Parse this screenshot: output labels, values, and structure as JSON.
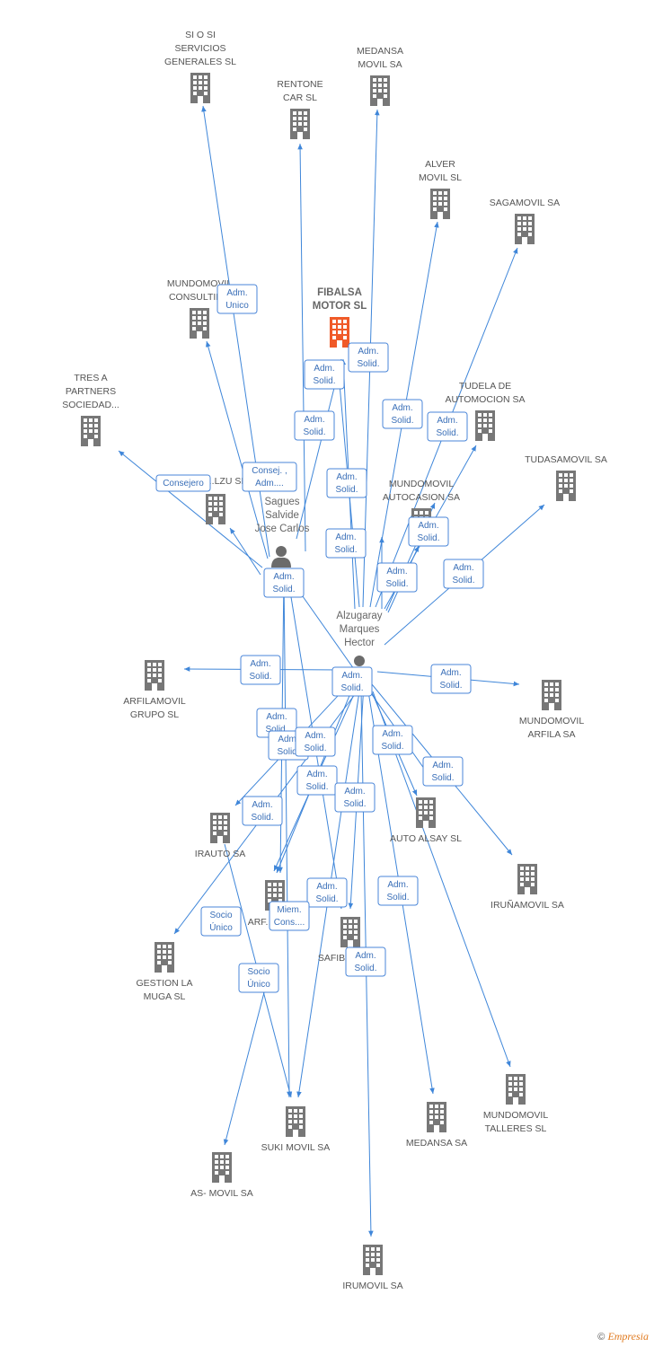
{
  "colors": {
    "edge": "#3f86d9",
    "company": "#777777",
    "focus": "#f05a28",
    "person": "#6b6b6b"
  },
  "companies": [
    {
      "id": "sioSi",
      "lines": [
        "SI O SI",
        "SERVICIOS",
        "GENERALES SL"
      ]
    },
    {
      "id": "medansaMovil",
      "lines": [
        "MEDANSA",
        "MOVIL SA"
      ]
    },
    {
      "id": "rentone",
      "lines": [
        "RENTONE",
        "CAR SL"
      ]
    },
    {
      "id": "alver",
      "lines": [
        "ALVER",
        "MOVIL  SL"
      ]
    },
    {
      "id": "sagamovil",
      "lines": [
        "SAGAMOVIL SA"
      ]
    },
    {
      "id": "mundomovilConsulting",
      "lines": [
        "MUNDOMOVIL",
        "CONSULTING"
      ]
    },
    {
      "id": "fibalsa",
      "lines": [
        "FIBALSA",
        "MOTOR SL"
      ],
      "focus": true
    },
    {
      "id": "tresA",
      "lines": [
        "TRES A",
        "PARTNERS",
        "SOCIEDAD..."
      ]
    },
    {
      "id": "tudelaAuto",
      "lines": [
        "TUDELA DE",
        "AUTOMOCION SA"
      ]
    },
    {
      "id": "tudasamovil",
      "lines": [
        "TUDASAMOVIL SA"
      ]
    },
    {
      "id": "alzuSl",
      "lines": [
        "...LZU SL"
      ]
    },
    {
      "id": "mundomovilAutocasion",
      "lines": [
        "MUNDOMOVIL",
        "AUTOCASION SA"
      ]
    },
    {
      "id": "arfilamovil",
      "lines": [
        "ARFILAMOVIL",
        "GRUPO SL"
      ]
    },
    {
      "id": "mundomovilArfila",
      "lines": [
        "MUNDOMOVIL",
        "ARFILA SA"
      ]
    },
    {
      "id": "irauto",
      "lines": [
        "IRAUTO SA"
      ]
    },
    {
      "id": "autoAlsay",
      "lines": [
        "AUTO ALSAY SL"
      ]
    },
    {
      "id": "arf",
      "lines": [
        "ARF..."
      ]
    },
    {
      "id": "iruñamovil",
      "lines": [
        "IRUÑAMOVIL SA"
      ]
    },
    {
      "id": "gestionLaMuga",
      "lines": [
        "GESTION LA",
        "MUGA  SL"
      ]
    },
    {
      "id": "safibho",
      "lines": [
        "SAFIBHO...     ...L"
      ]
    },
    {
      "id": "mundomovilTalleres",
      "lines": [
        "MUNDOMOVIL",
        "TALLERES  SL"
      ]
    },
    {
      "id": "sukiMovil",
      "lines": [
        "SUKI MOVIL SA"
      ]
    },
    {
      "id": "medansa",
      "lines": [
        "MEDANSA SA"
      ]
    },
    {
      "id": "asMovil",
      "lines": [
        "AS- MOVIL SA"
      ]
    },
    {
      "id": "irumovil",
      "lines": [
        "IRUMOVIL SA"
      ]
    }
  ],
  "persons": [
    {
      "id": "sagues",
      "lines": [
        "Sagues",
        "Salvide",
        "Jose Carlos"
      ]
    },
    {
      "id": "alzugaray",
      "lines": [
        "Alzugaray",
        "Marques",
        "Hector"
      ]
    }
  ],
  "relations": [
    {
      "id": "r1",
      "lines": [
        "Adm.",
        "Unico"
      ]
    },
    {
      "id": "r2",
      "lines": [
        "Adm.",
        "Solid."
      ]
    },
    {
      "id": "r3",
      "lines": [
        "Adm.",
        "Solid."
      ]
    },
    {
      "id": "r4",
      "lines": [
        "Adm.",
        "Solid."
      ]
    },
    {
      "id": "r5",
      "lines": [
        "Adm.",
        "Solid."
      ]
    },
    {
      "id": "r6",
      "lines": [
        "Adm.",
        "Solid."
      ]
    },
    {
      "id": "r7",
      "lines": [
        "Consejero"
      ]
    },
    {
      "id": "r8",
      "lines": [
        "Consej. ,",
        "Adm...."
      ]
    },
    {
      "id": "r9",
      "lines": [
        "Adm.",
        "Solid."
      ]
    },
    {
      "id": "r10",
      "lines": [
        "Adm.",
        "Solid."
      ]
    },
    {
      "id": "r11",
      "lines": [
        "Adm.",
        "Solid."
      ]
    },
    {
      "id": "r12",
      "lines": [
        "Adm.",
        "Solid."
      ]
    },
    {
      "id": "r13",
      "lines": [
        "Adm.",
        "Solid."
      ]
    },
    {
      "id": "r14",
      "lines": [
        "Adm.",
        "Solid."
      ]
    },
    {
      "id": "r15",
      "lines": [
        "Adm.",
        "Solid."
      ]
    },
    {
      "id": "r16",
      "lines": [
        "Adm.",
        "Solid."
      ]
    },
    {
      "id": "r17",
      "lines": [
        "Adm.",
        "Solid."
      ]
    },
    {
      "id": "r18",
      "lines": [
        "Adm.",
        "Solid."
      ]
    },
    {
      "id": "r19",
      "lines": [
        "Adm.",
        "Solid."
      ]
    },
    {
      "id": "r20",
      "lines": [
        "Adm.",
        "Solid."
      ]
    },
    {
      "id": "r21",
      "lines": [
        "Adm.",
        "Solid."
      ]
    },
    {
      "id": "r22",
      "lines": [
        "Adm.",
        "Solid."
      ]
    },
    {
      "id": "r23",
      "lines": [
        "Adm.",
        "Solid."
      ]
    },
    {
      "id": "r24",
      "lines": [
        "Adm.",
        "Solid."
      ]
    },
    {
      "id": "r25",
      "lines": [
        "Adm.",
        "Solid."
      ]
    },
    {
      "id": "r26",
      "lines": [
        "Adm.",
        "Solid."
      ]
    },
    {
      "id": "r27",
      "lines": [
        "Adm.",
        "Solid."
      ]
    },
    {
      "id": "r28",
      "lines": [
        "Socio",
        "Único"
      ]
    },
    {
      "id": "r29",
      "lines": [
        "Miem.",
        "Cons...."
      ]
    },
    {
      "id": "r30",
      "lines": [
        "Socio",
        "Único"
      ]
    },
    {
      "id": "r31",
      "lines": [
        "Adm.",
        "Solid."
      ]
    }
  ],
  "footer": {
    "copyright": "©",
    "brand": "Empresia"
  }
}
